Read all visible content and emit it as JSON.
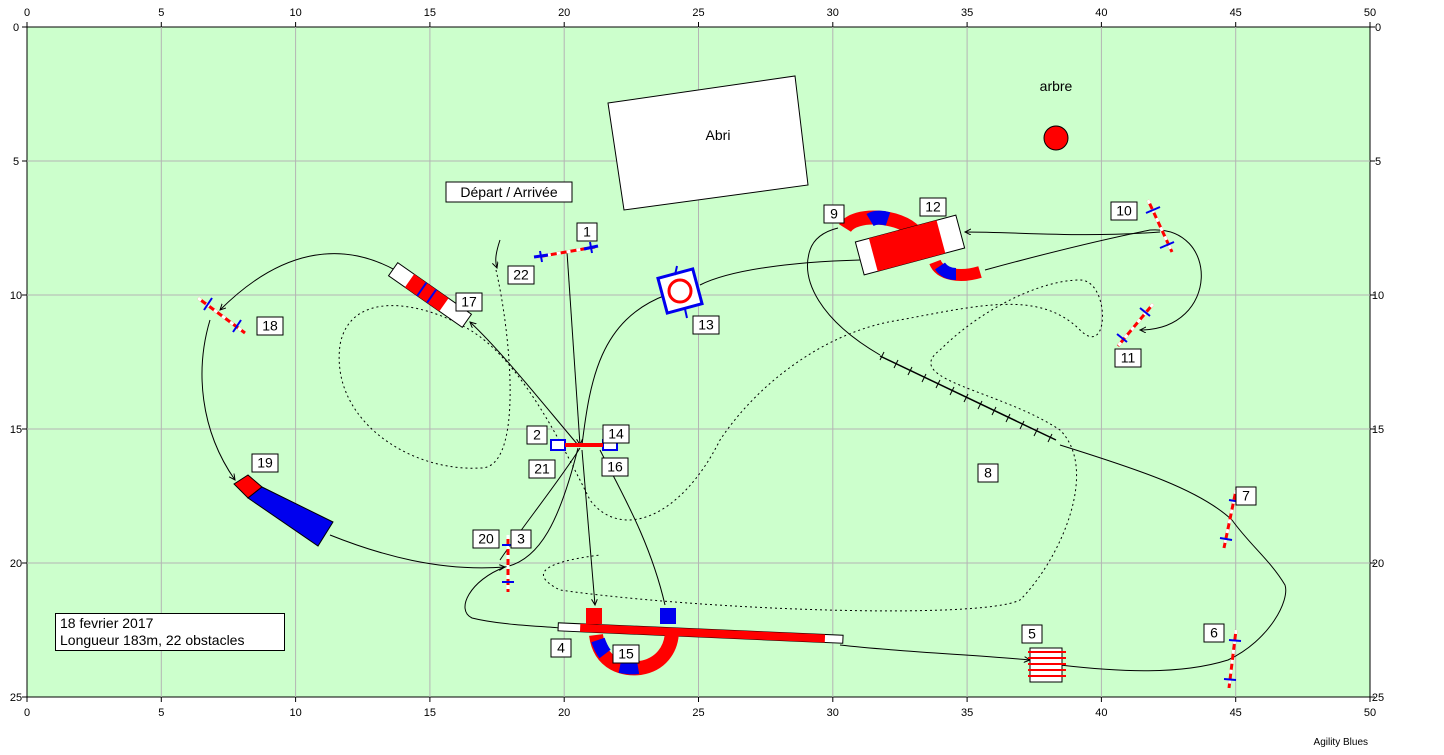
{
  "grid": {
    "x_ticks": [
      0,
      5,
      10,
      15,
      20,
      25,
      30,
      35,
      40,
      45,
      50
    ],
    "y_ticks": [
      0,
      5,
      10,
      15,
      20,
      25
    ]
  },
  "labels": {
    "shelter": "Abri",
    "tree": "arbre",
    "start_finish": "Départ / Arrivée"
  },
  "info": {
    "date": "18  fevrier 2017",
    "length": "Longueur 183m, 22 obstacles"
  },
  "footer": "Agility Blues",
  "numbers": [
    "1",
    "2",
    "3",
    "4",
    "5",
    "6",
    "7",
    "8",
    "9",
    "10",
    "11",
    "12",
    "13",
    "14",
    "15",
    "16",
    "17",
    "18",
    "19",
    "20",
    "21",
    "22"
  ],
  "colors": {
    "field": "#ccffcc",
    "grid": "#b4b4b4",
    "red": "#ff0000",
    "blue": "#0000ee"
  }
}
